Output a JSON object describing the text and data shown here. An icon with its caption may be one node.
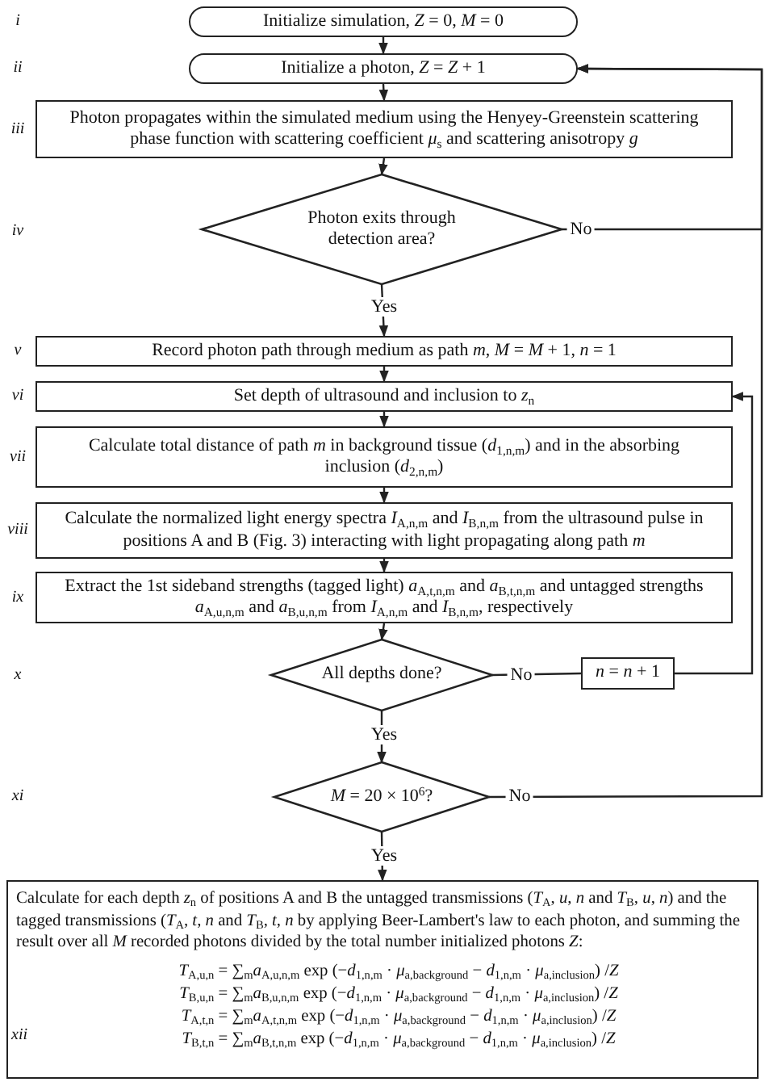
{
  "diagram": {
    "nodes": [
      {
        "text": [
          "Initialize simulation, *Z* = 0, *M* = 0"
        ]
      },
      {
        "text": [
          "Initialize a photon, *Z* = *Z* + 1"
        ]
      },
      {
        "text": [
          "Photon propagates within the simulated medium using the Henyey-Greenstein scattering phase function with scattering coefficient *μ*$_{s}$ and scattering anisotropy *g*"
        ]
      },
      {
        "text": [
          "Photon exits through detection area?"
        ]
      },
      {
        "text": [
          "Record photon path through medium as path *m*, *M* = *M* + 1, *n* = 1"
        ]
      },
      {
        "text": [
          "Set depth of ultrasound and inclusion to *z*$_{n}$"
        ]
      },
      {
        "text": [
          "Calculate total distance of path *m* in background tissue (*d*$_{1,n,m}$) and in the absorbing inclusion (*d*$_{2,n,m}$)"
        ]
      },
      {
        "text": [
          "Calculate the normalized light energy spectra *I*$_{A,n,m}$ and *I*$_{B,n,m}$ from the ultrasound pulse in positions A and B (Fig. 3) interacting with light propagating along path *m*"
        ]
      },
      {
        "text": [
          "Extract the 1st sideband strengths (tagged light) *a*$_{A,t,n,m}$ and *a*$_{B,t,n,m}$ and untagged strengths *a*$_{A,u,n,m}$ and *a*$_{B,u,n,m}$ from *I*$_{A,n,m}$ and *I*$_{B,n,m}$, respectively"
        ]
      },
      {
        "text": [
          "All depths done?"
        ]
      },
      {
        "text": [
          "*n* = *n* + 1"
        ]
      },
      {
        "text": [
          "*M* = 20 × 10$^{6}$?"
        ]
      },
      {
        "text": [
          "Calculate for each depth *z*$_{n}$ of positions A and B the untagged transmissions (*T*$_{A}$, *u*, *n* and *T*$_{B}$, *u*, *n*) and the tagged transmissions (*T*$_{A}$, *t*, *n* and *T*$_{B}$, *t*, *n* by applying Beer-Lambert's law to each photon, and summing the result over all *M* recorded photons divided by the total number initialized photons *Z*:",
          "*T*$_{A,u,n}$ = ∑$_{m}$*a*$_{A,u,n,m}$ exp (−*d*$_{1,n,m}$ · *μ*$_{a,background}$ − *d*$_{1,n,m}$ · *μ*$_{a,inclusion}$) /*Z*",
          "*T*$_{B,u,n}$ = ∑$_{m}$*a*$_{B,u,n,m}$ exp (−*d*$_{1,n,m}$ · *μ*$_{a,background}$ − *d*$_{1,n,m}$ · *μ*$_{a,inclusion}$) /*Z*",
          "*T*$_{A,t,n}$ = ∑$_{m}$*a*$_{A,t,n,m}$ exp (−*d*$_{1,n,m}$ · *μ*$_{a,background}$ − *d*$_{1,n,m}$ · *μ*$_{a,inclusion}$) /*Z*",
          "*T*$_{B,t,n}$ = ∑$_{m}$*a*$_{B,t,n,m}$ exp (−*d*$_{1,n,m}$ · *μ*$_{a,background}$ − *d*$_{1,n,m}$ · *μ*$_{a,inclusion}$) /*Z*"
        ]
      }
    ],
    "edges": [
      {
        "from": 0,
        "to": 1,
        "arrow": "to"
      },
      {
        "from": 1,
        "to": 2,
        "arrow": "to"
      },
      {
        "from": 2,
        "to": 3,
        "arrow": "to"
      },
      {
        "from": 3,
        "to": 4,
        "arrow": "to",
        "label": "Yes"
      },
      {
        "from": 3,
        "to": 1,
        "arrow": "to",
        "label": "No"
      },
      {
        "from": 4,
        "to": 5,
        "arrow": "to"
      },
      {
        "from": 5,
        "to": 6,
        "arrow": "to"
      },
      {
        "from": 6,
        "to": 7,
        "arrow": "to"
      },
      {
        "from": 7,
        "to": 8,
        "arrow": "to"
      },
      {
        "from": 8,
        "to": 9,
        "arrow": "to"
      },
      {
        "from": 9,
        "to": 10,
        "arrow": "none",
        "label": "No"
      },
      {
        "from": 10,
        "to": 5,
        "arrow": "to"
      },
      {
        "from": 9,
        "to": 11,
        "arrow": "to",
        "label": "Yes"
      },
      {
        "from": 11,
        "to": 1,
        "arrow": "to",
        "label": "No"
      },
      {
        "from": 11,
        "to": 12,
        "arrow": "to",
        "label": "Yes"
      }
    ],
    "labels": [
      "i",
      "ii",
      "iii",
      "iv",
      "v",
      "vi",
      "vii",
      "viii",
      "ix",
      "x",
      "xi",
      "xii"
    ]
  }
}
